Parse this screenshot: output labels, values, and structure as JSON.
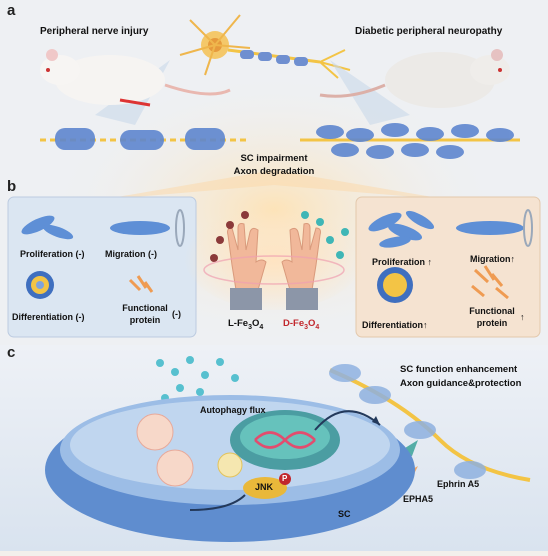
{
  "panels": {
    "a": {
      "letter": "a",
      "left_title": "Peripheral nerve injury",
      "right_title": "Diabetic peripheral neuropathy",
      "outcome_line1": "SC impairment",
      "outcome_line2": "Axon degradation"
    },
    "b": {
      "letter": "b",
      "left_box": {
        "proliferation": "Proliferation (-)",
        "migration": "Migration (-)",
        "differentiation": "Differentiation (-)",
        "functional_line1": "Functional",
        "functional_line2": "protein",
        "functional_suffix": "(-)"
      },
      "right_box": {
        "proliferation": "Proliferation",
        "migration": "Migration",
        "differentiation": "Differentiation",
        "functional_line1": "Functional",
        "functional_line2": "protein",
        "up_arrow": "↑"
      },
      "l_label_prefix": "L-Fe",
      "l_label_sub3": "3",
      "l_label_O": "O",
      "l_label_sub4": "4",
      "d_label_prefix": "D-Fe",
      "d_label_sub3": "3",
      "d_label_O": "O",
      "d_label_sub4": "4"
    },
    "c": {
      "letter": "c",
      "autophagy": "Autophagy flux",
      "jnk": "JNK",
      "p": "P",
      "sc": "SC",
      "ephrin": "Ephrin A5",
      "epha5": "EPHA5",
      "enhance_line1": "SC function enhancement",
      "enhance_line2": "Axon guidance&protection"
    }
  },
  "colors": {
    "glow": "#f7c98a",
    "left_box": "#dde7f1",
    "right_box": "#f6e4d2",
    "cell_blue": "#5e8fd6",
    "axon_yellow": "#f3c445",
    "hand": "#f1b89a",
    "jnk": "#e9b83a",
    "red": "#c1272d",
    "teal": "#3fb6b6"
  },
  "icons": [
    "rat-icon",
    "neuron-icon",
    "myelinated-axon-icon",
    "schwann-cell-icon",
    "hand-icon",
    "nanoparticle-icon",
    "dna-icon",
    "receptor-icon"
  ]
}
